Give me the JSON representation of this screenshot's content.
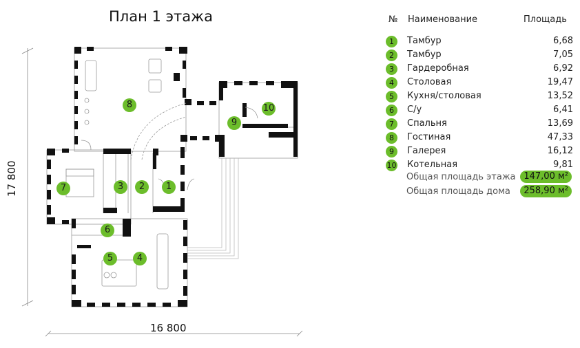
{
  "plan": {
    "title": "План 1 этажа",
    "dim_width": "16 800",
    "dim_height": "17 800",
    "badges": [
      "1",
      "2",
      "3",
      "4",
      "5",
      "6",
      "7",
      "8",
      "9",
      "10"
    ]
  },
  "legend": {
    "col_no": "№",
    "col_name": "Наименование",
    "col_area": "Площадь",
    "rows": [
      {
        "num": "1",
        "name": "Тамбур",
        "area": "6,68"
      },
      {
        "num": "2",
        "name": "Тамбур",
        "area": "7,05"
      },
      {
        "num": "3",
        "name": "Гардеробная",
        "area": "6,92"
      },
      {
        "num": "4",
        "name": "Столовая",
        "area": "19,47"
      },
      {
        "num": "5",
        "name": "Кухня/столовая",
        "area": "13,52"
      },
      {
        "num": "6",
        "name": "С/у",
        "area": "6,41"
      },
      {
        "num": "7",
        "name": "Спальня",
        "area": "13,69"
      },
      {
        "num": "8",
        "name": "Гостиная",
        "area": "47,33"
      },
      {
        "num": "9",
        "name": "Галерея",
        "area": "16,12"
      },
      {
        "num": "10",
        "name": "Котельная",
        "area": "9,81"
      }
    ],
    "total_floor_label": "Общая площадь этажа",
    "total_floor_value": "147,00 м²",
    "total_house_label": "Общая площадь дома",
    "total_house_value": "258,90 м²"
  },
  "colors": {
    "accent": "#6cbd2b",
    "wall": "#111111",
    "line": "#bbbbbb"
  }
}
